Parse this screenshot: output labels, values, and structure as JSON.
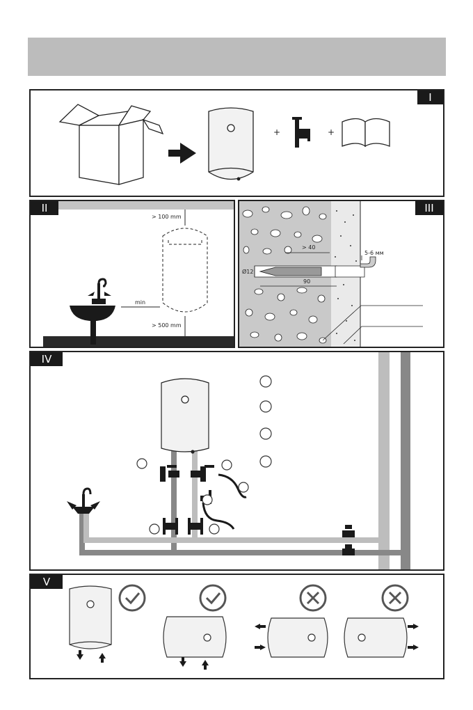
{
  "panels": {
    "p1": {
      "numeral": "I"
    },
    "p2": {
      "numeral": "II",
      "gap_top": "> 100 mm",
      "gap_side": "min",
      "gap_bottom": "> 500 mm"
    },
    "p3": {
      "numeral": "III",
      "depth": "> 40",
      "diameter": "Ø12",
      "length": "90",
      "offset": "5-6 мм"
    },
    "p4": {
      "numeral": "IV"
    },
    "p5": {
      "numeral": "V"
    }
  },
  "icons": [
    "box-icon",
    "arrow-right-icon",
    "boiler-icon",
    "tee-valve-icon",
    "manual-icon",
    "faucet-icon",
    "check-icon",
    "cross-icon"
  ],
  "colors": {
    "header": "#bcbcbc",
    "frame": "#222222",
    "pipe_light": "#b9b9b9",
    "pipe_dark": "#8a8a8a",
    "ok_circle": "#555555"
  }
}
